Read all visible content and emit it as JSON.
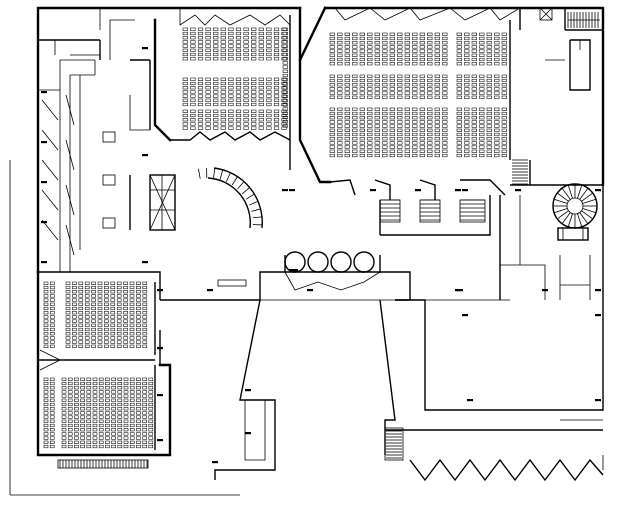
{
  "drawing": {
    "kind": "architectural floor plan",
    "line_color": "#000000",
    "background": "#ffffff",
    "areas": [
      "main-auditorium-seating",
      "upper-left-auditorium-seating",
      "lower-left-auditorium-seating-upper",
      "lower-left-auditorium-seating-lower",
      "foyer",
      "spiral-stair",
      "curved-stair",
      "glazed-entrance-rotundas",
      "sawtooth-bottom-wall"
    ]
  }
}
